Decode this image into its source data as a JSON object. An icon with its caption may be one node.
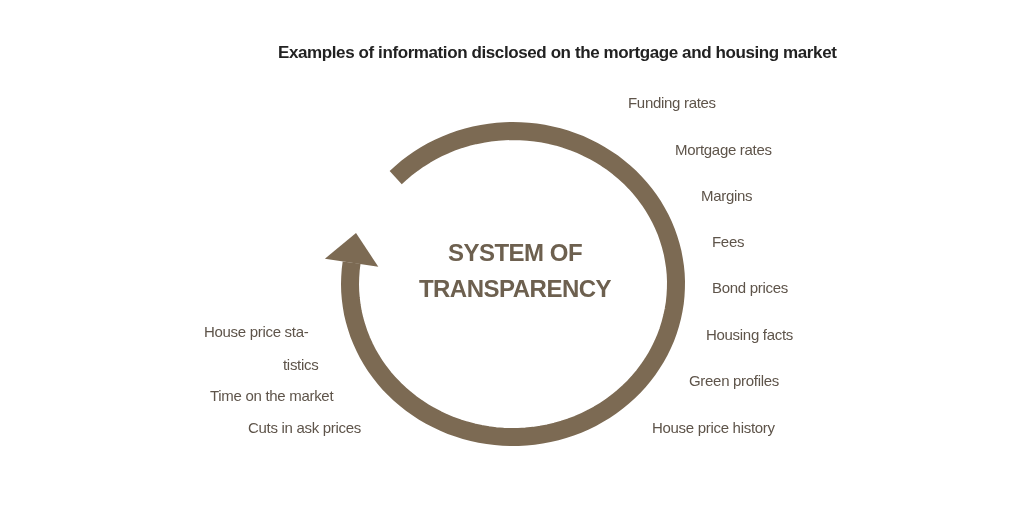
{
  "diagram": {
    "title": "Examples of information disclosed on the mortgage and housing market",
    "labels": [
      "SYSTEM OF TRANSPARENCY",
      "Funding rates",
      "Mortgage rates",
      "Margins",
      "Fees",
      "Bond prices",
      "Housing facts",
      "Green profiles",
      "House price history",
      "House price sta- tistics",
      "Time on the market",
      "Cuts in ask prices"
    ]
  }
}
